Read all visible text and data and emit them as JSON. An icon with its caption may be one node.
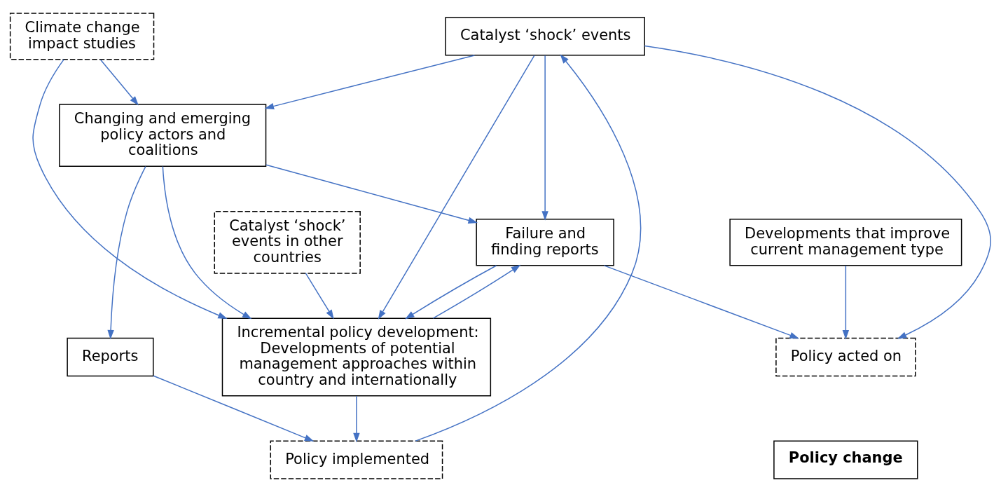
{
  "diagram": {
    "nodes": [
      {
        "text": [
          "Catalyst ‘shock’ events"
        ]
      },
      {
        "text": [
          "Catalyst ‘shock’ events in other countries"
        ]
      },
      {
        "text": [
          "Failure and finding reports"
        ]
      },
      {
        "text": [
          "Climate change impact studies"
        ]
      },
      {
        "text": [
          "Changing and emerging policy actors and coalitions"
        ]
      },
      {
        "text": [
          "Incremental policy development: Developments of potential management approaches within country and internationally"
        ]
      },
      {
        "text": [
          "Reports"
        ]
      },
      {
        "text": [
          "Developments that improve current management type"
        ]
      },
      {
        "text": [
          "Policy implemented"
        ]
      },
      {
        "text": [
          "Policy acted on"
        ]
      },
      {
        "text": [
          "Policy change"
        ]
      }
    ],
    "edges": [
      {
        "from": 0,
        "to": 2,
        "arrow": "to"
      },
      {
        "from": 0,
        "to": 4,
        "arrow": "to"
      },
      {
        "from": 0,
        "to": 9,
        "arrow": "to"
      },
      {
        "from": 0,
        "to": 5,
        "arrow": "to"
      },
      {
        "from": 1,
        "to": 5,
        "arrow": "to"
      },
      {
        "from": 3,
        "to": 4,
        "arrow": "to"
      },
      {
        "from": 3,
        "to": 5,
        "arrow": "to"
      },
      {
        "from": 5,
        "to": 2,
        "arrow": "to"
      },
      {
        "from": 4,
        "to": 2,
        "arrow": "to"
      },
      {
        "from": 2,
        "to": 5,
        "arrow": "to"
      },
      {
        "from": 2,
        "to": 9,
        "arrow": "to"
      },
      {
        "from": 4,
        "to": 5,
        "arrow": "to"
      },
      {
        "from": 4,
        "to": 6,
        "arrow": "to"
      },
      {
        "from": 8,
        "to": 0,
        "arrow": "to"
      },
      {
        "from": 6,
        "to": 8,
        "arrow": "to"
      },
      {
        "from": 5,
        "to": 8,
        "arrow": "to"
      },
      {
        "from": 7,
        "to": 9,
        "arrow": "to"
      }
    ]
  }
}
